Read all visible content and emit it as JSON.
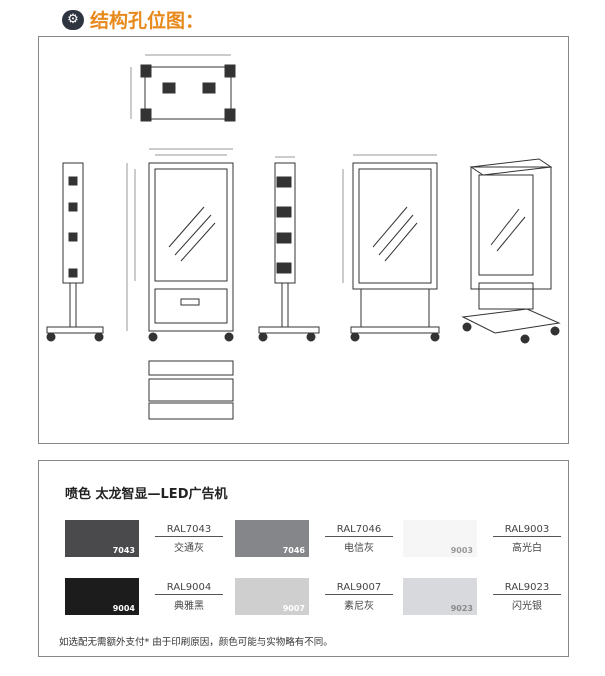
{
  "header": {
    "icon": "gear-icon",
    "title": "结构孔位图：",
    "color": "#e8891c"
  },
  "colors": {
    "title": "喷色 太龙智显—LED广告机",
    "swatches": [
      {
        "num": "7043",
        "code": "RAL7043",
        "name": "交通灰",
        "color": "#4a4a4c",
        "numcolor": "#ffffff"
      },
      {
        "num": "7046",
        "code": "RAL7046",
        "name": "电信灰",
        "color": "#85868a",
        "numcolor": "#ffffff"
      },
      {
        "num": "9003",
        "code": "RAL9003",
        "name": "高光白",
        "color": "#f6f6f6",
        "numcolor": "#9a9a9a"
      },
      {
        "num": "9004",
        "code": "RAL9004",
        "name": "典雅黑",
        "color": "#1c1c1d",
        "numcolor": "#ffffff"
      },
      {
        "num": "9007",
        "code": "RAL9007",
        "name": "素尼灰",
        "color": "#cfcfcf",
        "numcolor": "#ffffff"
      },
      {
        "num": "9023",
        "code": "RAL9023",
        "name": "闪光银",
        "color": "#d8d9dd",
        "numcolor": "#8a8a8a"
      }
    ],
    "note": "如选配无需额外支付* 由于印刷原因，颜色可能与实物略有不同。"
  }
}
